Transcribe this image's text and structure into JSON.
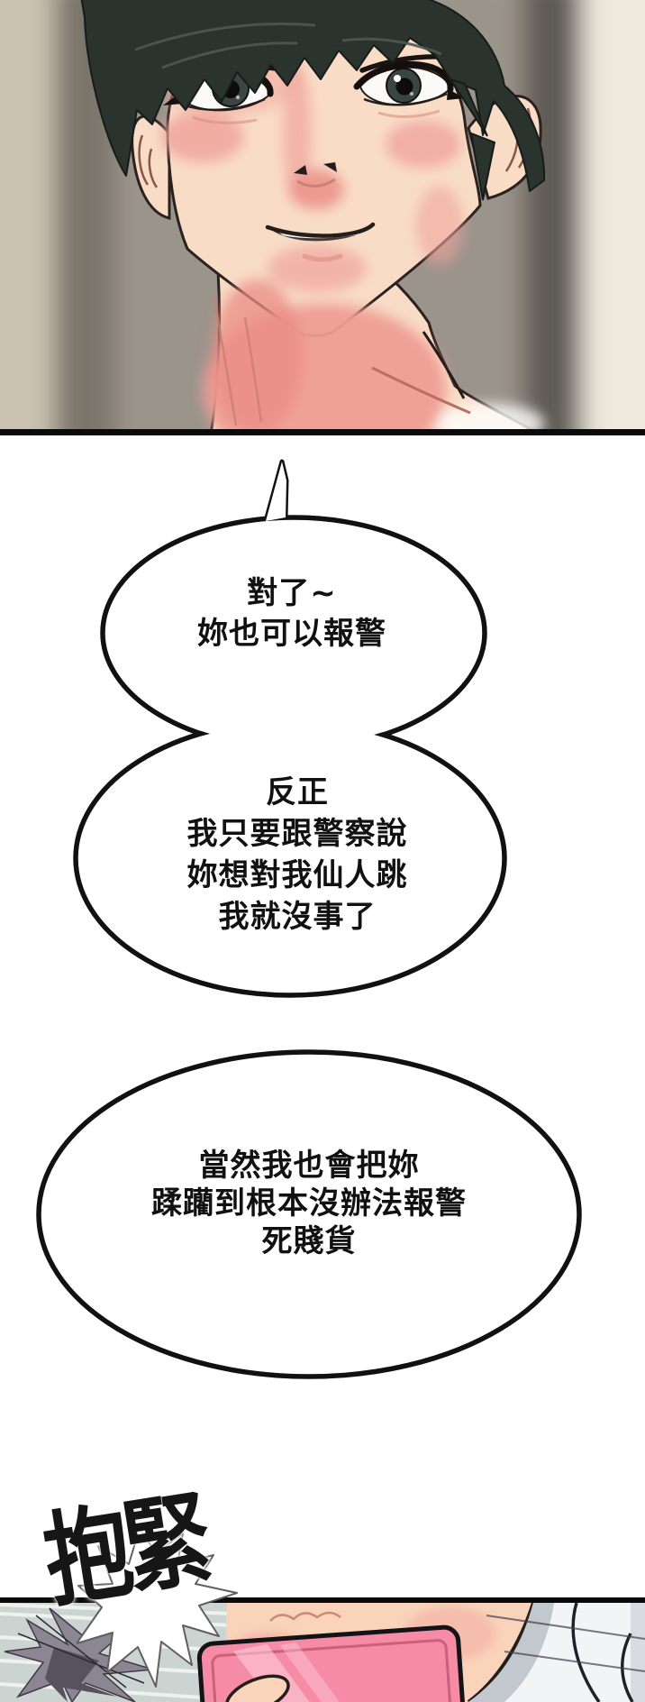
{
  "comic": {
    "bubbles": [
      {
        "lines": [
          "對了~",
          "妳也可以報警"
        ]
      },
      {
        "lines": [
          "反正",
          "我只要跟警察說",
          "妳想對我仙人跳",
          "我就沒事了"
        ]
      },
      {
        "lines": [
          "當然我也會把妳",
          "蹂躪到根本沒辦法報警",
          "死賤貨"
        ]
      }
    ],
    "sfx": "抱緊",
    "colors": {
      "ink": "#111111",
      "panel-border": "#0a0a0a",
      "bubble-outline": "#111111",
      "hair": "#2b332e",
      "skin": "#f8dcc6",
      "blush": "#f0a49c",
      "phone-pink": "#f58ba4",
      "floor-gray": "#ccd4d2",
      "bg-beige": "#cbc2b1",
      "bg-gray-left": "#7a746b",
      "bg-gray-mid": "#9b948b",
      "bg-dark-right": "#5e5a54",
      "bg-light-right": "#efe9dd"
    }
  }
}
